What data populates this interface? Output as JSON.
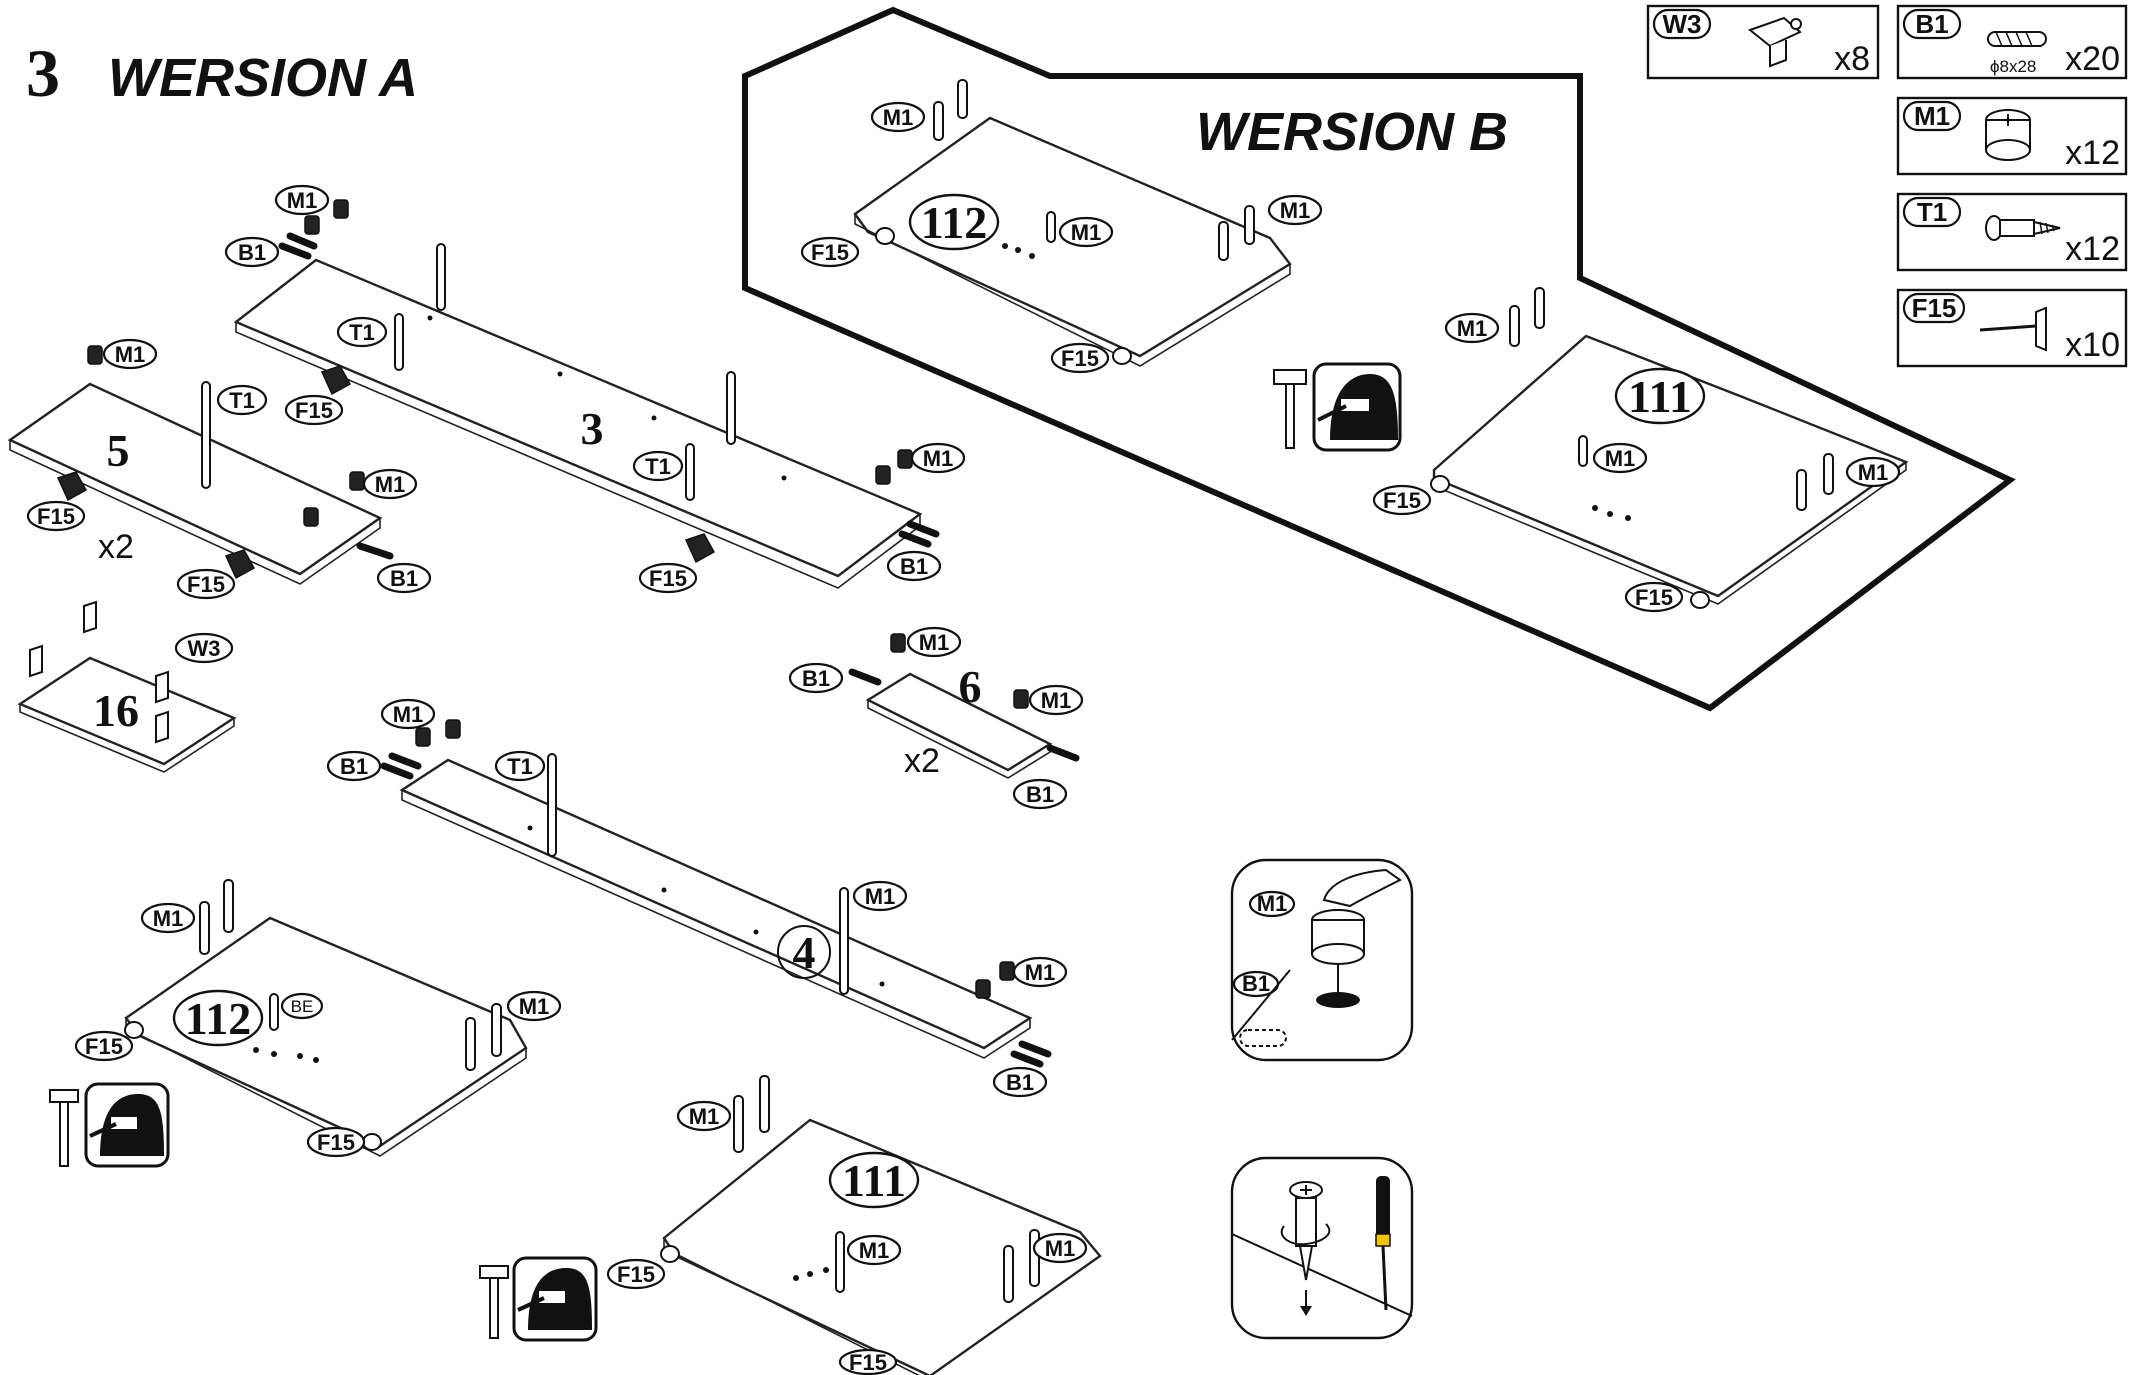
{
  "header": {
    "step_number": "3",
    "version_a_title": "WERSION A",
    "version_b_title": "WERSION B"
  },
  "legend": [
    {
      "code": "W3",
      "quantity": "x8",
      "icon": "wall-bracket-icon"
    },
    {
      "code": "B1",
      "quantity": "x20",
      "dimension": "ϕ8x28",
      "icon": "wooden-dowel-icon"
    },
    {
      "code": "M1",
      "quantity": "x12",
      "icon": "cam-lock-icon"
    },
    {
      "code": "T1",
      "quantity": "x12",
      "icon": "cam-bolt-screw-icon"
    },
    {
      "code": "F15",
      "quantity": "x10",
      "icon": "furniture-nail-glide-icon"
    }
  ],
  "panels": {
    "p3": "3",
    "p5": "5",
    "p16": "16",
    "p4": "4",
    "p6": "6",
    "p112a": "112",
    "p111a": "111",
    "p112b": "112",
    "p111b": "111"
  },
  "multipliers": {
    "p5": "x2",
    "p6": "x2"
  },
  "labels": {
    "M1": "M1",
    "B1": "B1",
    "T1": "T1",
    "F15": "F15",
    "W3": "W3",
    "BE": "BE"
  },
  "detail_views": {
    "cam_detail_m1": "M1",
    "cam_detail_b1": "B1"
  },
  "colors": {
    "line": "#111111",
    "background": "#ffffff",
    "screwdriver_handle": "#f2c400"
  }
}
